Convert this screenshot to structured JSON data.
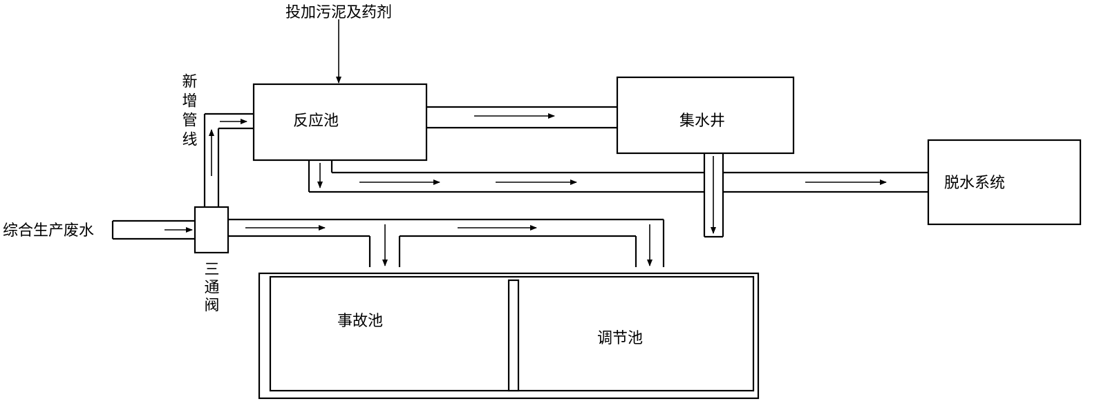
{
  "labels": {
    "sludge_input": "投加污泥及药剂",
    "reaction_tank": "反应池",
    "collection_well": "集水井",
    "dewatering_system": "脱水系统",
    "new_pipeline": "新增管线",
    "wastewater_input": "综合生产废水",
    "three_way_valve": "三通阀",
    "accident_tank": "事故池",
    "regulating_tank": "调节池"
  }
}
